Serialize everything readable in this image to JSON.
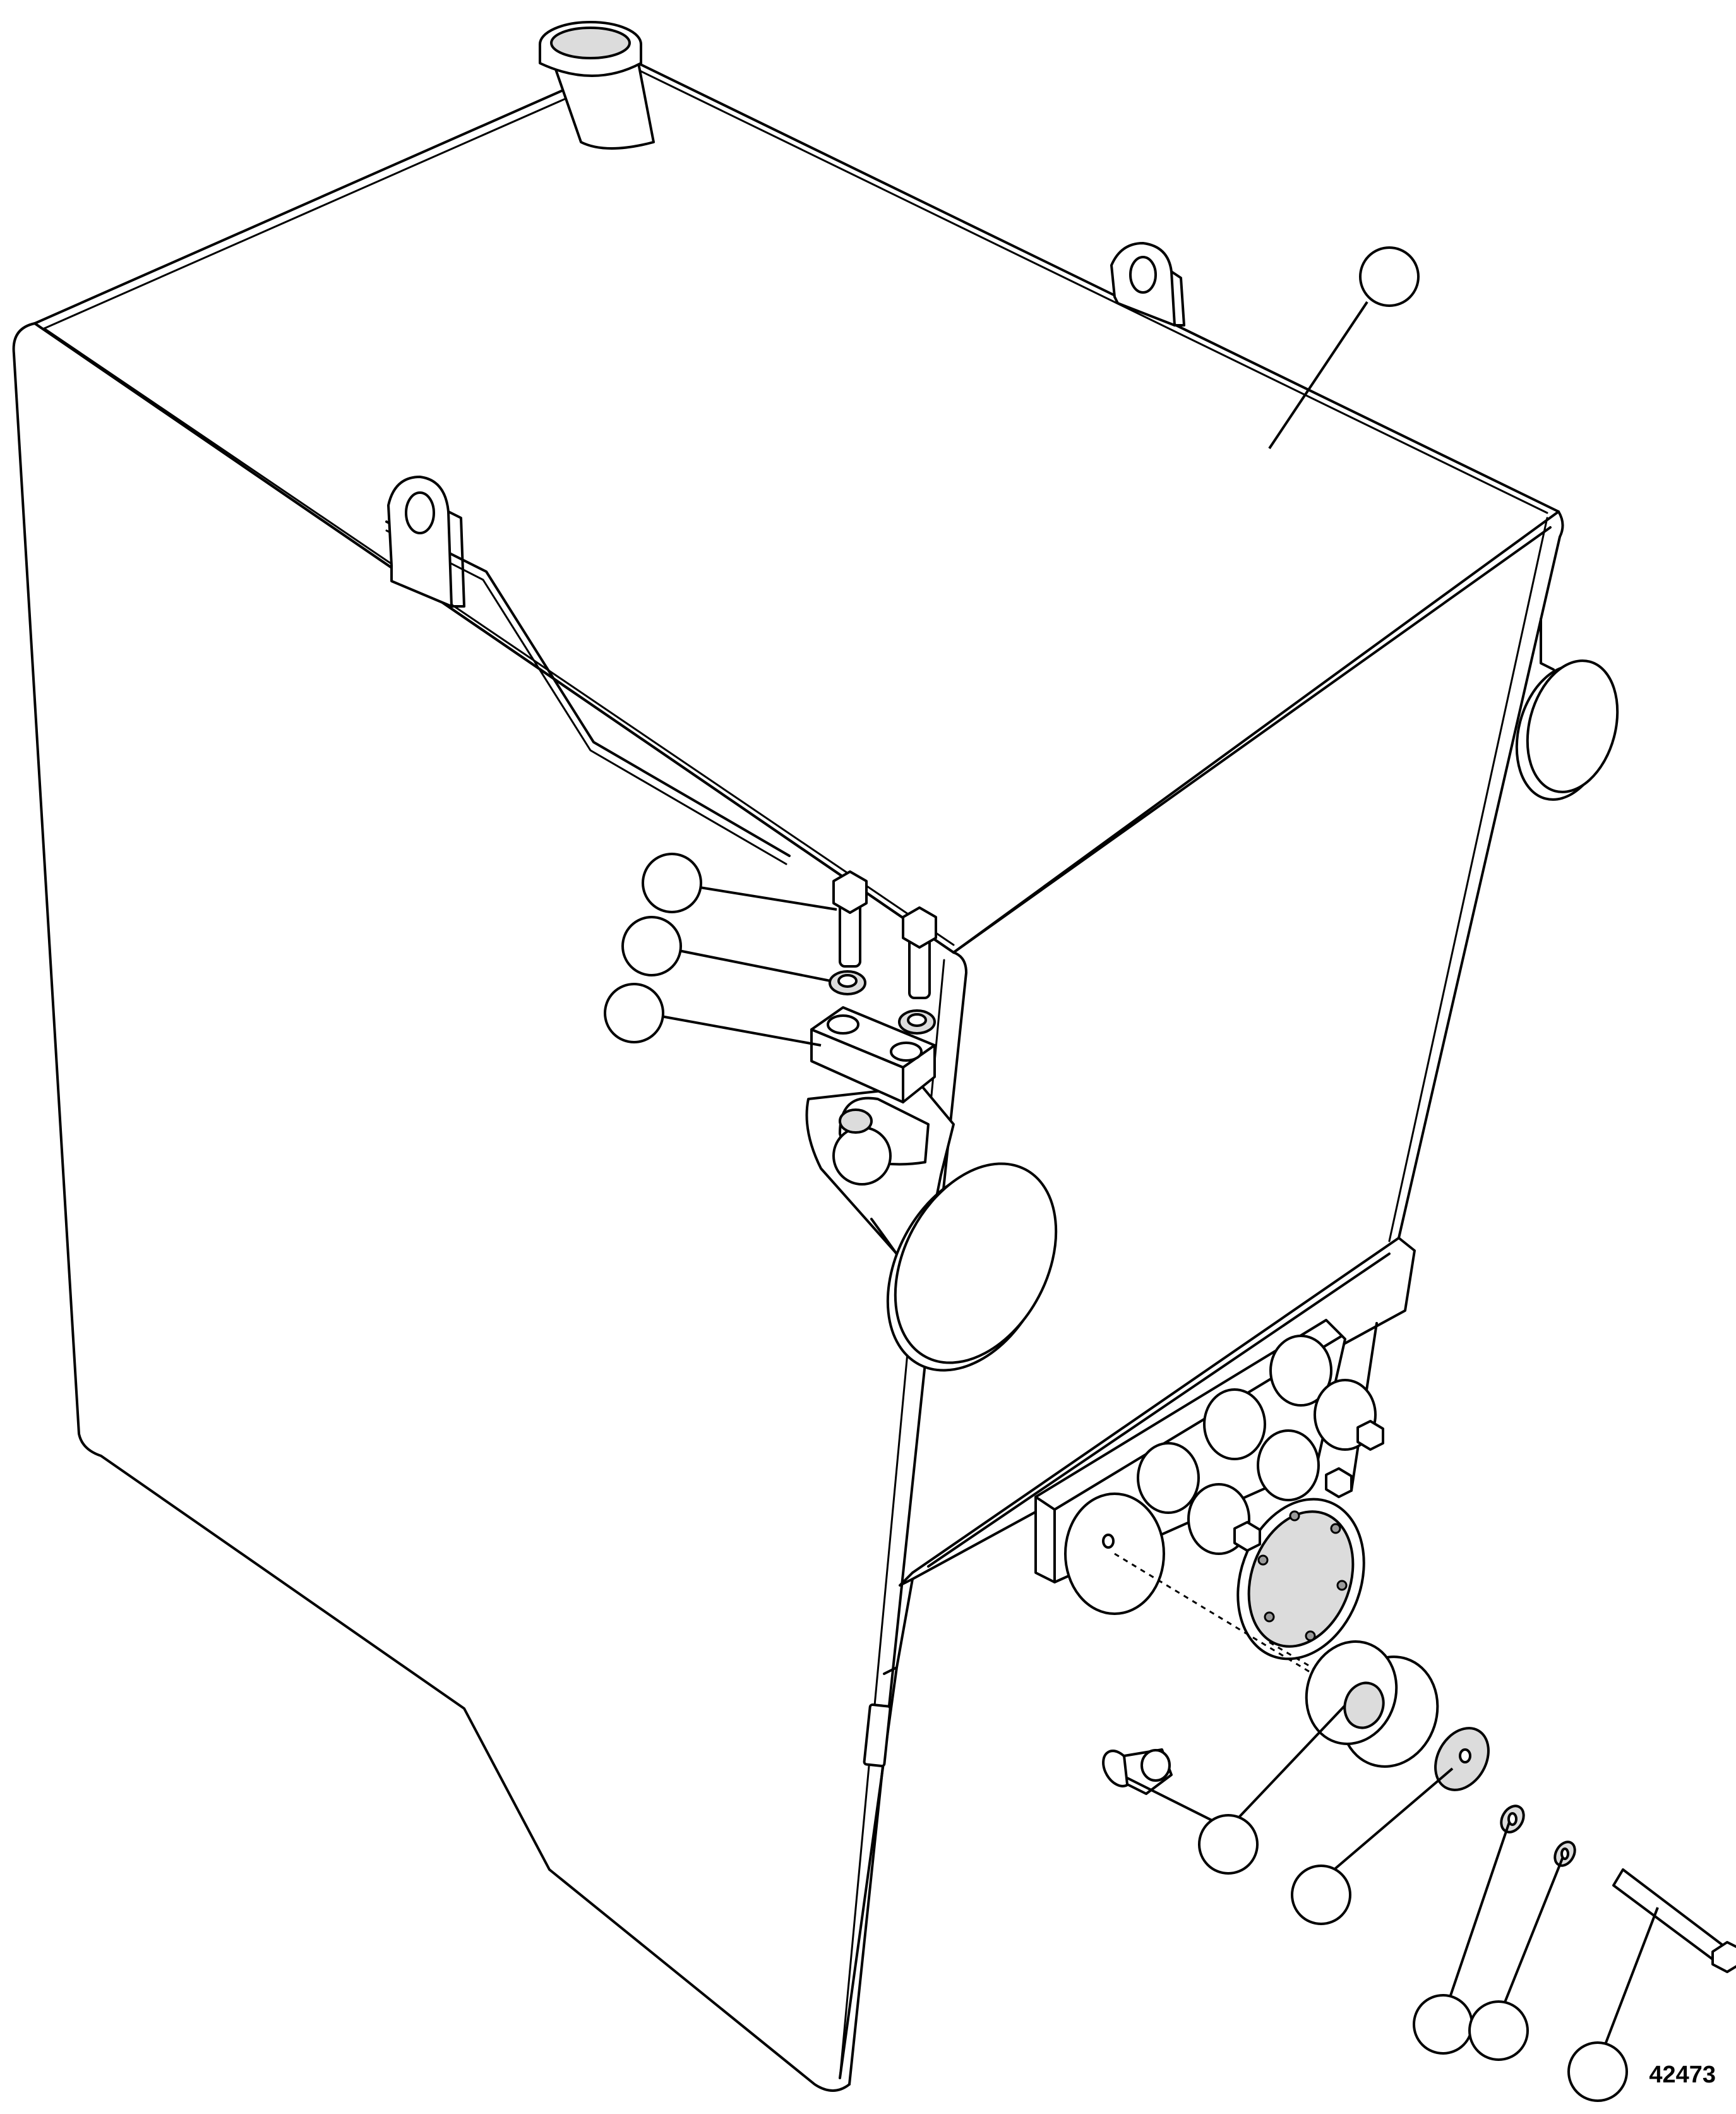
{
  "figure": {
    "number": "42473"
  },
  "callouts": [
    {
      "id": "tank",
      "label": ""
    },
    {
      "id": "bolt",
      "label": ""
    },
    {
      "id": "washer",
      "label": ""
    },
    {
      "id": "clamp",
      "label": ""
    },
    {
      "id": "mount",
      "label": ""
    },
    {
      "id": "plate-washer",
      "label": ""
    },
    {
      "id": "lock-washer",
      "label": ""
    },
    {
      "id": "nut",
      "label": ""
    },
    {
      "id": "long-bolt",
      "label": ""
    }
  ],
  "colors": {
    "line": "#000000",
    "background": "#ffffff",
    "shade": "#dcdcdc"
  }
}
